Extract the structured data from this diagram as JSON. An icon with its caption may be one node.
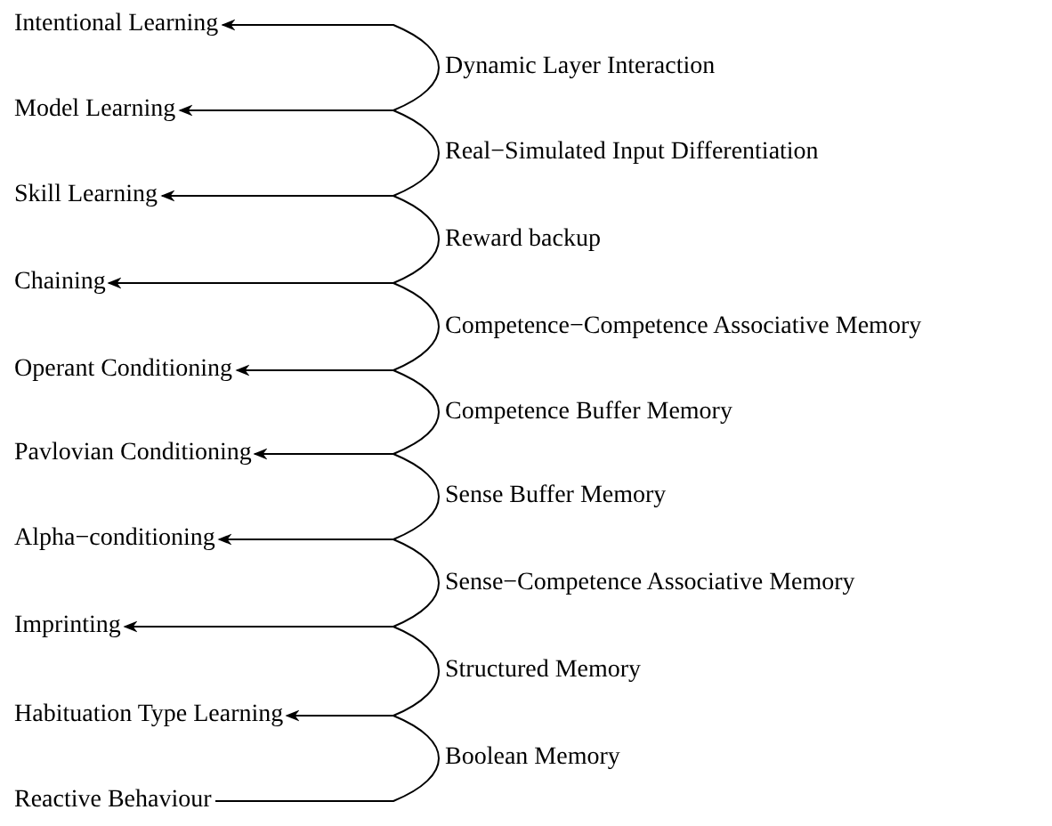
{
  "diagram": {
    "nodes": [
      {
        "text": [
          "Intentional Learning"
        ]
      },
      {
        "text": [
          "Model Learning"
        ]
      },
      {
        "text": [
          "Skill Learning"
        ]
      },
      {
        "text": [
          "Chaining"
        ]
      },
      {
        "text": [
          "Operant Conditioning"
        ]
      },
      {
        "text": [
          "Pavlovian Conditioning"
        ]
      },
      {
        "text": [
          "Alpha−conditioning"
        ]
      },
      {
        "text": [
          "Imprinting"
        ]
      },
      {
        "text": [
          "Habituation Type Learning"
        ]
      },
      {
        "text": [
          "Reactive Behaviour"
        ]
      }
    ],
    "edges": [
      {
        "from": 1,
        "to": 0,
        "arrow": "to",
        "label": "Dynamic Layer Interaction"
      },
      {
        "from": 2,
        "to": 1,
        "arrow": "to",
        "label": "Real−Simulated Input Differentiation"
      },
      {
        "from": 3,
        "to": 2,
        "arrow": "to",
        "label": "Reward backup"
      },
      {
        "from": 4,
        "to": 3,
        "arrow": "to",
        "label": "Competence−Competence Associative Memory"
      },
      {
        "from": 5,
        "to": 4,
        "arrow": "to",
        "label": "Competence Buffer Memory"
      },
      {
        "from": 6,
        "to": 5,
        "arrow": "to",
        "label": "Sense Buffer Memory"
      },
      {
        "from": 7,
        "to": 6,
        "arrow": "to",
        "label": "Sense−Competence Associative Memory"
      },
      {
        "from": 8,
        "to": 7,
        "arrow": "to",
        "label": "Structured Memory"
      },
      {
        "from": 9,
        "to": 8,
        "arrow": "to",
        "label": "Boolean Memory"
      }
    ]
  }
}
